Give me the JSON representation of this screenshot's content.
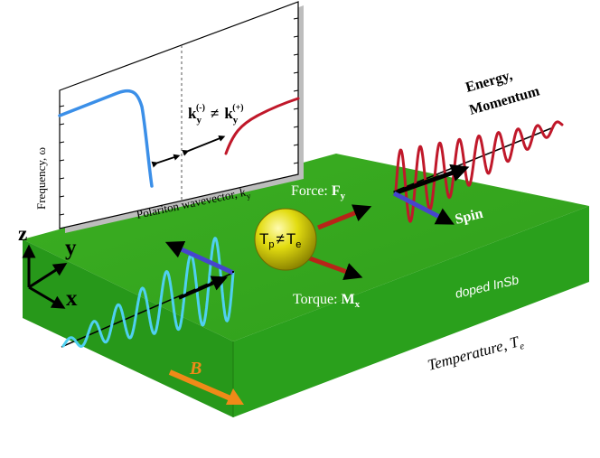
{
  "inset": {
    "ylabel": "Frequency, ω",
    "xlabel": "Polariton wavevector, k",
    "xlabel_sub": "y",
    "relation": {
      "k": "k",
      "sub": "y",
      "sup_minus": "(-)",
      "sup_plus": "(+)",
      "neq": "≠"
    }
  },
  "axes": {
    "z": "z",
    "y": "y",
    "x": "x"
  },
  "labels": {
    "energy": "Energy,",
    "momentum": "Momentum",
    "spin": "Spin",
    "force_text": "Force: ",
    "force_sym": "F",
    "force_sub": "y",
    "torque_text": "Torque: ",
    "torque_sym": "M",
    "torque_sub": "x",
    "particle_tp": "T",
    "particle_p": "p",
    "particle_neq": "≠",
    "particle_te": "T",
    "particle_e": "e",
    "material": "doped InSb",
    "temperature": "Temperature, T",
    "temperature_sub": "e",
    "field": "B"
  },
  "colors": {
    "slab_top": "#33a51d",
    "slab_front": "#249416",
    "slab_side": "#2a9e1a",
    "blue_curve": "#3b8fe8",
    "red_curve": "#c0182a",
    "incoming_wave": "#4fd0f0",
    "outgoing_wave": "#c0182a",
    "spin_arrow": "#4646cc",
    "force_arrow": "#b82418",
    "particle": "#d8d400",
    "field_arrow": "#f08a18"
  }
}
